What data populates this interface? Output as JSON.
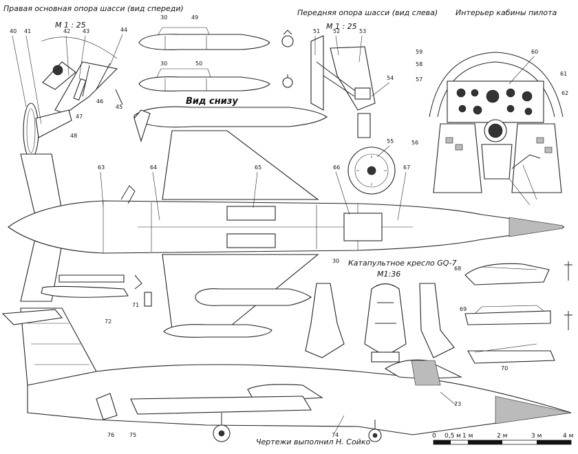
{
  "captions": {
    "main_gear_title": "Правая основная опора шасси (вид спереди)",
    "main_gear_scale": "М 1 : 25",
    "nose_gear_title": "Передняя опора шасси (вид слева)",
    "nose_gear_scale": "М 1 : 25",
    "cockpit_title": "Интерьер кабины пилота",
    "bottom_view": "Вид снизу",
    "seat_title": "Катапультное кресло GQ-7",
    "seat_scale": "М1:36",
    "credits": "Чертежи выполнил Н. Сойко"
  },
  "callouts": [
    "30",
    "40",
    "41",
    "42",
    "43",
    "44",
    "45",
    "46",
    "47",
    "48",
    "49",
    "50",
    "51",
    "52",
    "53",
    "54",
    "55",
    "56",
    "57",
    "58",
    "59",
    "60",
    "61",
    "62",
    "63",
    "64",
    "65",
    "66",
    "67",
    "68",
    "69",
    "70",
    "71",
    "72",
    "73",
    "74",
    "75",
    "76"
  ],
  "scale_bar": {
    "labels": [
      "0",
      "0,5 м",
      "1 м",
      "2 м",
      "3 м",
      "4 м"
    ]
  }
}
